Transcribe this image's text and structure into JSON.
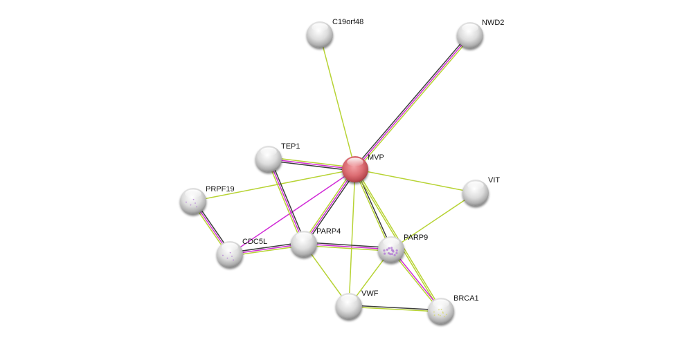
{
  "colors": {
    "background": "#ffffff",
    "query_node": "#d8686e",
    "node": "#d9d9d9",
    "edge_textmining": "#b7d334",
    "edge_experiments": "#d12cd6",
    "edge_coexpression": "#3d3d3d",
    "label": "#111111"
  },
  "nodes": [
    {
      "id": "C19orf48",
      "label": "C19orf48",
      "query": false,
      "structure": null
    },
    {
      "id": "NWD2",
      "label": "NWD2",
      "query": false,
      "structure": null
    },
    {
      "id": "MVP",
      "label": "MVP",
      "query": true,
      "structure": null
    },
    {
      "id": "TEP1",
      "label": "TEP1",
      "query": false,
      "structure": null
    },
    {
      "id": "VIT",
      "label": "VIT",
      "query": false,
      "structure": null
    },
    {
      "id": "PRPF19",
      "label": "PRPF19",
      "query": false,
      "structure": "purple"
    },
    {
      "id": "CDC5L",
      "label": "CDC5L",
      "query": false,
      "structure": "purple"
    },
    {
      "id": "PARP4",
      "label": "PARP4",
      "query": false,
      "structure": null
    },
    {
      "id": "PARP9",
      "label": "PARP9",
      "query": false,
      "structure": "purple"
    },
    {
      "id": "VWF",
      "label": "VWF",
      "query": false,
      "structure": null
    },
    {
      "id": "BRCA1",
      "label": "BRCA1",
      "query": false,
      "structure": "yellow"
    }
  ],
  "edges": [
    {
      "source": "MVP",
      "target": "C19orf48",
      "types": [
        "textmining"
      ]
    },
    {
      "source": "MVP",
      "target": "NWD2",
      "types": [
        "coexpression",
        "experiments",
        "textmining"
      ]
    },
    {
      "source": "MVP",
      "target": "TEP1",
      "types": [
        "coexpression",
        "experiments",
        "textmining"
      ]
    },
    {
      "source": "MVP",
      "target": "VIT",
      "types": [
        "textmining"
      ]
    },
    {
      "source": "MVP",
      "target": "PRPF19",
      "types": [
        "textmining"
      ]
    },
    {
      "source": "MVP",
      "target": "CDC5L",
      "types": [
        "experiments"
      ]
    },
    {
      "source": "MVP",
      "target": "PARP4",
      "types": [
        "coexpression",
        "experiments",
        "textmining"
      ]
    },
    {
      "source": "MVP",
      "target": "PARP9",
      "types": [
        "coexpression",
        "textmining"
      ]
    },
    {
      "source": "MVP",
      "target": "VWF",
      "types": [
        "textmining"
      ]
    },
    {
      "source": "MVP",
      "target": "BRCA1",
      "types": [
        "textmining",
        "textmining"
      ]
    },
    {
      "source": "TEP1",
      "target": "PARP4",
      "types": [
        "coexpression",
        "experiments",
        "textmining"
      ]
    },
    {
      "source": "PRPF19",
      "target": "CDC5L",
      "types": [
        "coexpression",
        "experiments",
        "textmining"
      ]
    },
    {
      "source": "CDC5L",
      "target": "PARP4",
      "types": [
        "coexpression",
        "experiments",
        "textmining"
      ]
    },
    {
      "source": "PARP4",
      "target": "PARP9",
      "types": [
        "coexpression",
        "experiments",
        "textmining"
      ]
    },
    {
      "source": "PARP4",
      "target": "VWF",
      "types": [
        "textmining"
      ]
    },
    {
      "source": "PARP9",
      "target": "VIT",
      "types": [
        "textmining"
      ]
    },
    {
      "source": "PARP9",
      "target": "VWF",
      "types": [
        "textmining"
      ]
    },
    {
      "source": "PARP9",
      "target": "BRCA1",
      "types": [
        "experiments",
        "textmining"
      ]
    },
    {
      "source": "VWF",
      "target": "BRCA1",
      "types": [
        "coexpression",
        "textmining"
      ]
    }
  ]
}
